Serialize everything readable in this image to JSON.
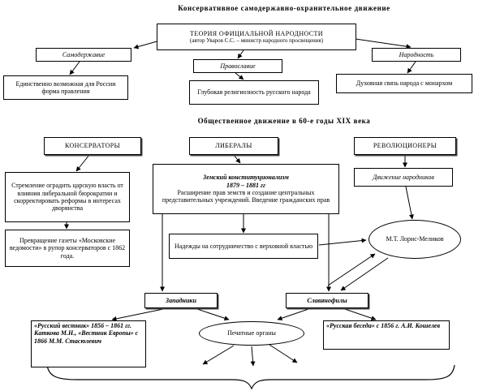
{
  "title": "Консервативное самодержавно-охранительное движение",
  "theory": {
    "line1": "ТЕОРИЯ ОФИЦИАЛЬНОЙ НАРОДНОСТИ",
    "line2": "(автор Уваров С.С. – министр народного просвещения)"
  },
  "pillars": {
    "autocracy": "Самодержавие",
    "orthodoxy": "Православие",
    "nationality": "Народность"
  },
  "pillar_notes": {
    "autocracy": "Единственно возможная для России форма правления",
    "orthodoxy": "Глубокая религиозность русского народа",
    "nationality": "Духовная связь народа с монархом"
  },
  "section2_title": "Общественное движение в 60-е годы XIX века",
  "movements": {
    "conservatives": "КОНСЕРВАТОРЫ",
    "liberals": "ЛИБЕРАЛЫ",
    "revolutionaries": "РЕВОЛЮЦИОНЕРЫ"
  },
  "conservatives": {
    "goal": "Стремление оградить царскую власть от влияния либеральной бюрократии и скорректировать реформы в интересах дворянства",
    "press": "Превращение газеты «Московские ведомости» в рупор консерваторов с 1862 года."
  },
  "liberals": {
    "header": "Земский конституционализм",
    "years": "1879 – 1881 гг",
    "body": "Расширение прав земств и создание центральных представительных учреждений. Введение гражданских прав",
    "hopes": "Надежды на сотрудничество с верховной властью"
  },
  "revolutionaries": {
    "narodniki": "Движение народников"
  },
  "loris_melikov": "М.Т. Лорис-Меликов",
  "westernizers": "Западники",
  "slavophiles": "Славянофилы",
  "press": {
    "left": "«Русский вестник» 1856 – 1861 гг. Каткова М.Н., «Вестник Европы» с 1866 М.М. Стасюлевич",
    "organs": "Печатные органы",
    "right": "«Русская беседа» с 1856 г. А.И. Кошелев"
  }
}
